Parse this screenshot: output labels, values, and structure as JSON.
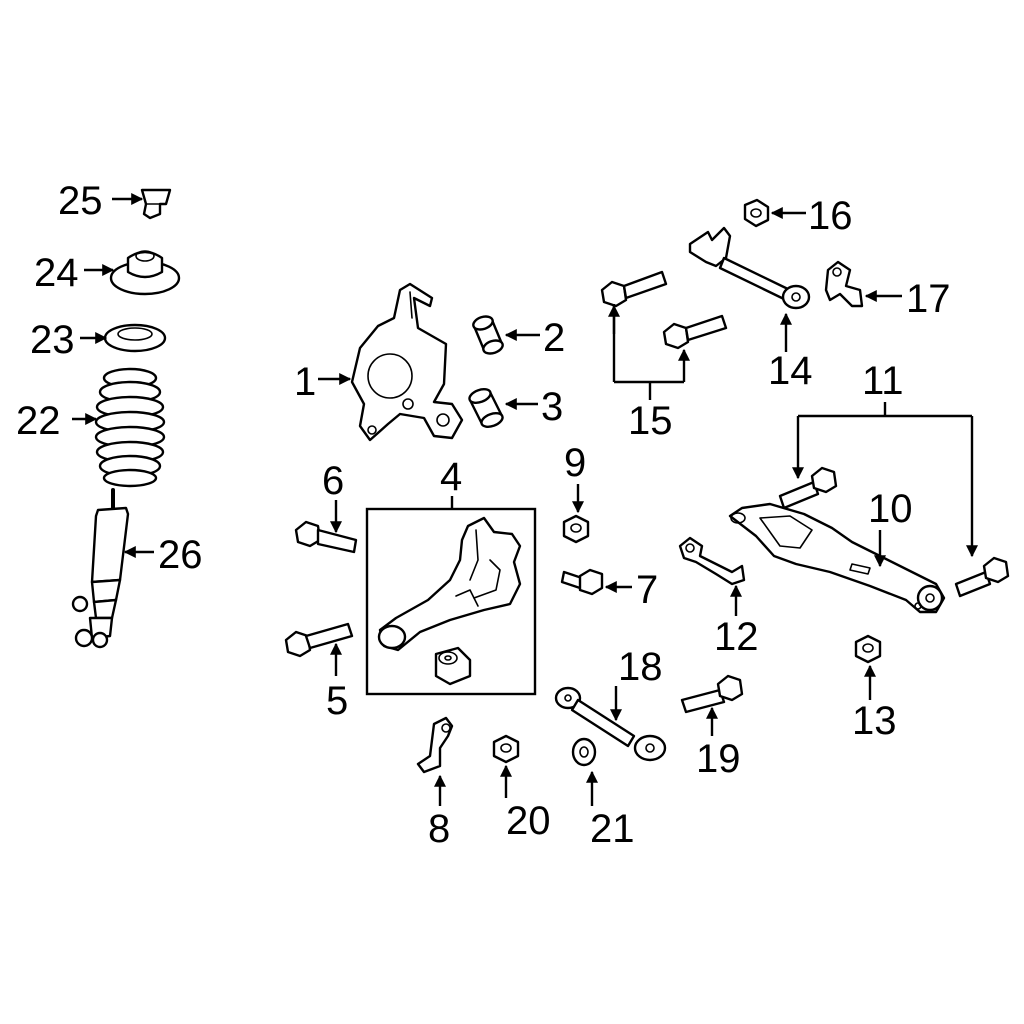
{
  "colors": {
    "line": "#000000",
    "background": "#ffffff"
  },
  "callouts": {
    "c1": "1",
    "c2": "2",
    "c3": "3",
    "c4": "4",
    "c5": "5",
    "c6": "6",
    "c7": "7",
    "c8": "8",
    "c9": "9",
    "c10": "10",
    "c11": "11",
    "c12": "12",
    "c13": "13",
    "c14": "14",
    "c15": "15",
    "c16": "16",
    "c17": "17",
    "c18": "18",
    "c19": "19",
    "c20": "20",
    "c21": "21",
    "c22": "22",
    "c23": "23",
    "c24": "24",
    "c25": "25",
    "c26": "26"
  }
}
